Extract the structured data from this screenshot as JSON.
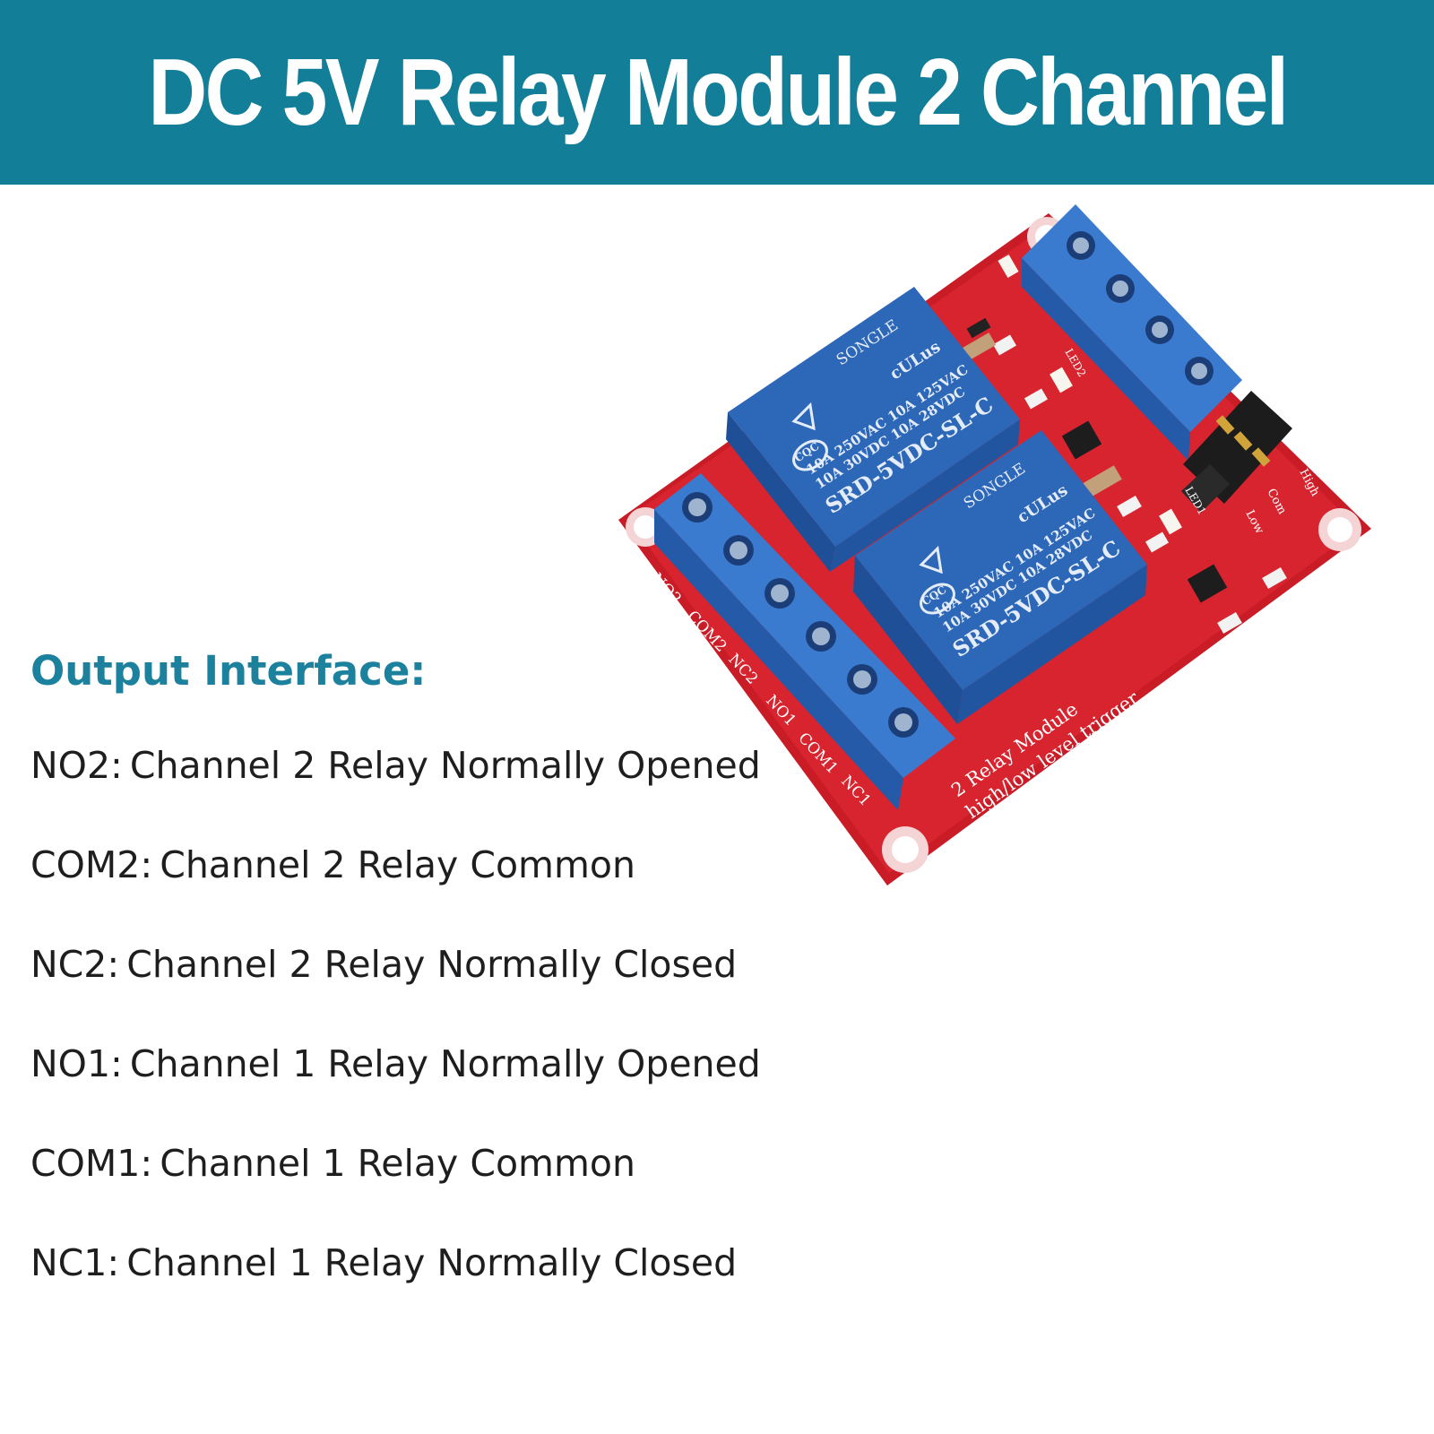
{
  "banner": {
    "title": "DC 5V Relay Module 2 Channel",
    "color": "#137e98"
  },
  "output": {
    "heading": "Output Interface:",
    "heading_color": "#1b819d",
    "pins": [
      {
        "code": "NO2:",
        "description": "Channel 2 Relay Normally Opened"
      },
      {
        "code": "COM2:",
        "description": "Channel 2 Relay Common"
      },
      {
        "code": "NC2:",
        "description": "Channel 2 Relay Normally Closed"
      },
      {
        "code": "NO1:",
        "description": "Channel 1 Relay Normally Opened"
      },
      {
        "code": "COM1:",
        "description": "Channel 1 Relay Common"
      },
      {
        "code": "NC1:",
        "description": "Channel 1 Relay Normally Closed"
      }
    ]
  },
  "board": {
    "pcb_color": "#d8242e",
    "relay_color": "#2d67b8",
    "terminal_color": "#3a7bd0",
    "relays": [
      {
        "brand": "SONGLE",
        "rating_ac": "10A 250VAC  10A 125VAC",
        "rating_dc": "10A 30VDC  10A 28VDC",
        "model": "SRD-5VDC-SL-C",
        "cert": "CQC",
        "ul": "cULus"
      },
      {
        "brand": "SONGLE",
        "rating_ac": "10A 250VAC  10A 125VAC",
        "rating_dc": "10A 30VDC  10A 28VDC",
        "model": "SRD-5VDC-SL-C",
        "cert": "CQC",
        "ul": "cULus"
      }
    ],
    "terminal_labels": [
      "NO2",
      "COM2",
      "NC2",
      "NO1",
      "COM1",
      "NC1"
    ],
    "silkscreen_line1": "2 Relay  Module",
    "silkscreen_line2": "high/low level trigger",
    "jumper_labels": [
      "High",
      "Com",
      "Low"
    ],
    "led_labels": [
      "LED2",
      "LED1"
    ]
  }
}
